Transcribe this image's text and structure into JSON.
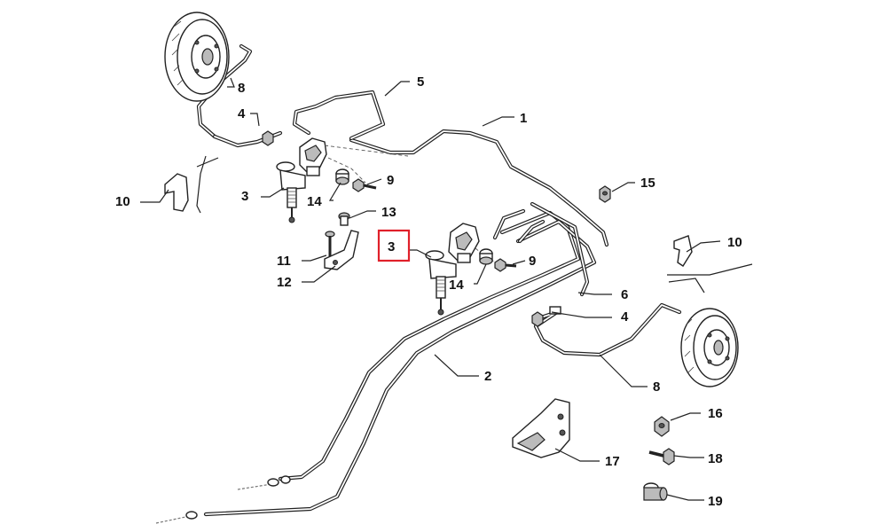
{
  "colors": {
    "line": "#222222",
    "highlight": "#e0202a",
    "background": "#ffffff"
  },
  "callouts": [
    {
      "text": "1"
    },
    {
      "text": "2"
    },
    {
      "text": "3"
    },
    {
      "text": "3"
    },
    {
      "text": "4"
    },
    {
      "text": "4"
    },
    {
      "text": "5"
    },
    {
      "text": "6"
    },
    {
      "text": "8"
    },
    {
      "text": "8"
    },
    {
      "text": "9"
    },
    {
      "text": "9"
    },
    {
      "text": "10"
    },
    {
      "text": "10"
    },
    {
      "text": "11"
    },
    {
      "text": "12"
    },
    {
      "text": "13"
    },
    {
      "text": "14"
    },
    {
      "text": "14"
    },
    {
      "text": "15"
    },
    {
      "text": "16"
    },
    {
      "text": "17"
    },
    {
      "text": "18"
    },
    {
      "text": "19"
    }
  ],
  "highlighted_callout": "3"
}
